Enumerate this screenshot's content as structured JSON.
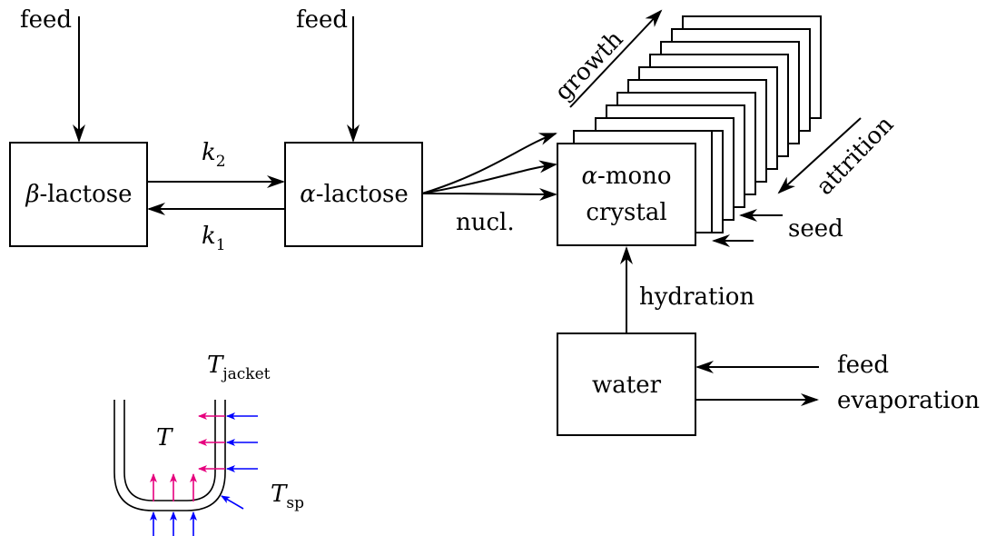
{
  "labels": {
    "feed_left": "feed",
    "feed_mid": "feed",
    "beta_symbol": "β",
    "beta_suffix": "-lactose",
    "alpha_symbol": "α",
    "alpha_suffix": "-lactose",
    "k2_letter": "k",
    "k2_index": "2",
    "k1_letter": "k",
    "k1_index": "1",
    "nucl": "nucl.",
    "crystal_symbol": "α",
    "crystal_suffix": "-mono",
    "crystal_line2": "crystal",
    "growth": "growth",
    "attrition": "attrition",
    "seed": "seed",
    "hydration": "hydration",
    "water": "water",
    "feed_water": "feed",
    "evaporation": "evaporation",
    "t_jacket_letter": "T",
    "t_jacket_sub": "jacket",
    "t_inner": "T",
    "t_sp_letter": "T",
    "t_sp_sub": "sp"
  },
  "colors": {
    "line": "#000000",
    "heat_in": "#e6007e",
    "heat_out": "#0000ff",
    "background": "#ffffff"
  }
}
